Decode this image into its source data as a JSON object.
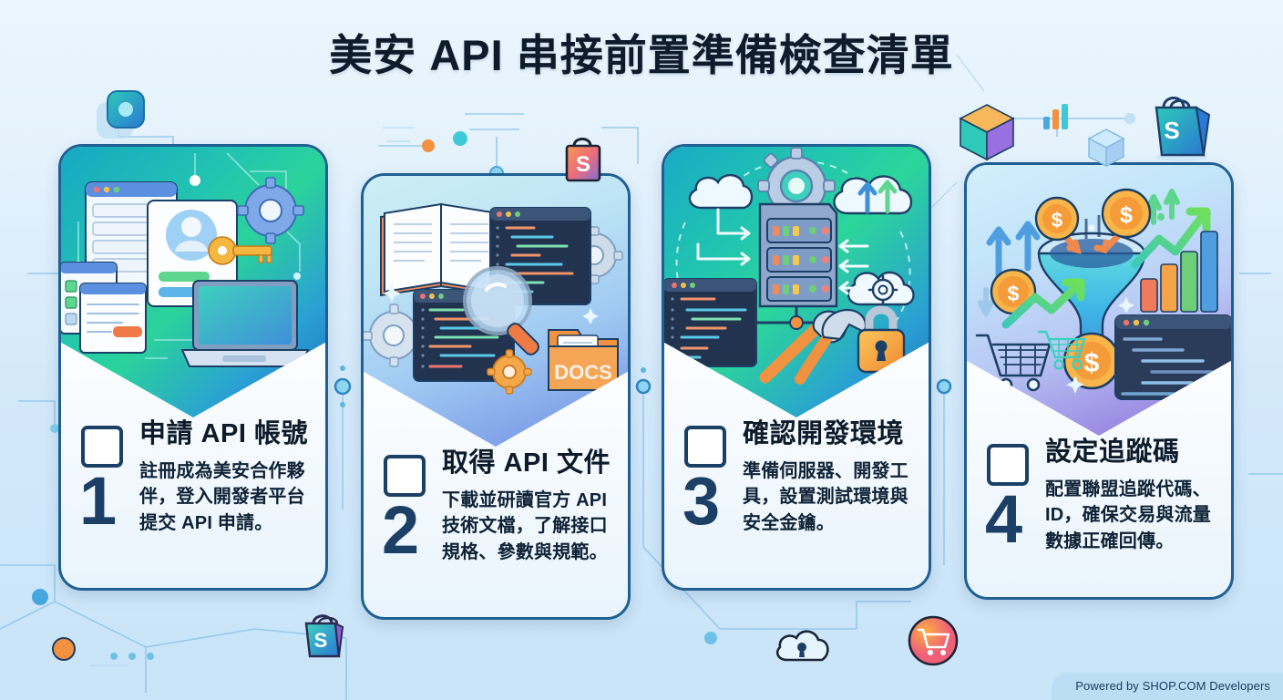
{
  "header": {
    "title": "美安 API 串接前置準備檢查清單"
  },
  "cards": [
    {
      "number": "1",
      "heading": "申請 API 帳號",
      "description": "註冊成為美安合作夥伴，登入開發者平台提交 API 申請。",
      "checkbox_checked": false,
      "illustration": "api-account-illustration",
      "accent": "#1f5f93"
    },
    {
      "number": "2",
      "heading": "取得 API 文件",
      "description": "下載並研讀官方 API 技術文檔，了解接口規格、參數與規範。",
      "checkbox_checked": false,
      "illustration": "api-docs-illustration",
      "accent": "#1f5f93"
    },
    {
      "number": "3",
      "heading": "確認開發環境",
      "description": "準備伺服器、開發工具，設置測試環境與安全金鑰。",
      "checkbox_checked": false,
      "illustration": "dev-environment-illustration",
      "accent": "#1f5f93"
    },
    {
      "number": "4",
      "heading": "設定追蹤碼",
      "description": "配置聯盟追蹤代碼、ID，確保交易與流量數據正確回傳。",
      "checkbox_checked": false,
      "illustration": "tracking-code-illustration",
      "accent": "#1f5f93"
    }
  ],
  "decorations": {
    "shopping_bag_letter": "S",
    "docs_folder_label": "DOCS",
    "icons": [
      "rounded-square-node-icon",
      "shopping-bag-icon",
      "cube-3d-icon",
      "bar-chart-icon",
      "cube-light-icon",
      "shopping-bag-teal-icon",
      "cloud-lock-icon",
      "shopping-cart-circle-icon"
    ]
  },
  "footer": {
    "text": "Powered by SHOP.COM Developers"
  },
  "colors": {
    "background": "#d3e9fa",
    "title": "#0d1b2a",
    "card_border": "#1f5f93",
    "number": "#1c3f66",
    "accent_orange": "#f08a3c",
    "accent_teal": "#2bd39b"
  }
}
